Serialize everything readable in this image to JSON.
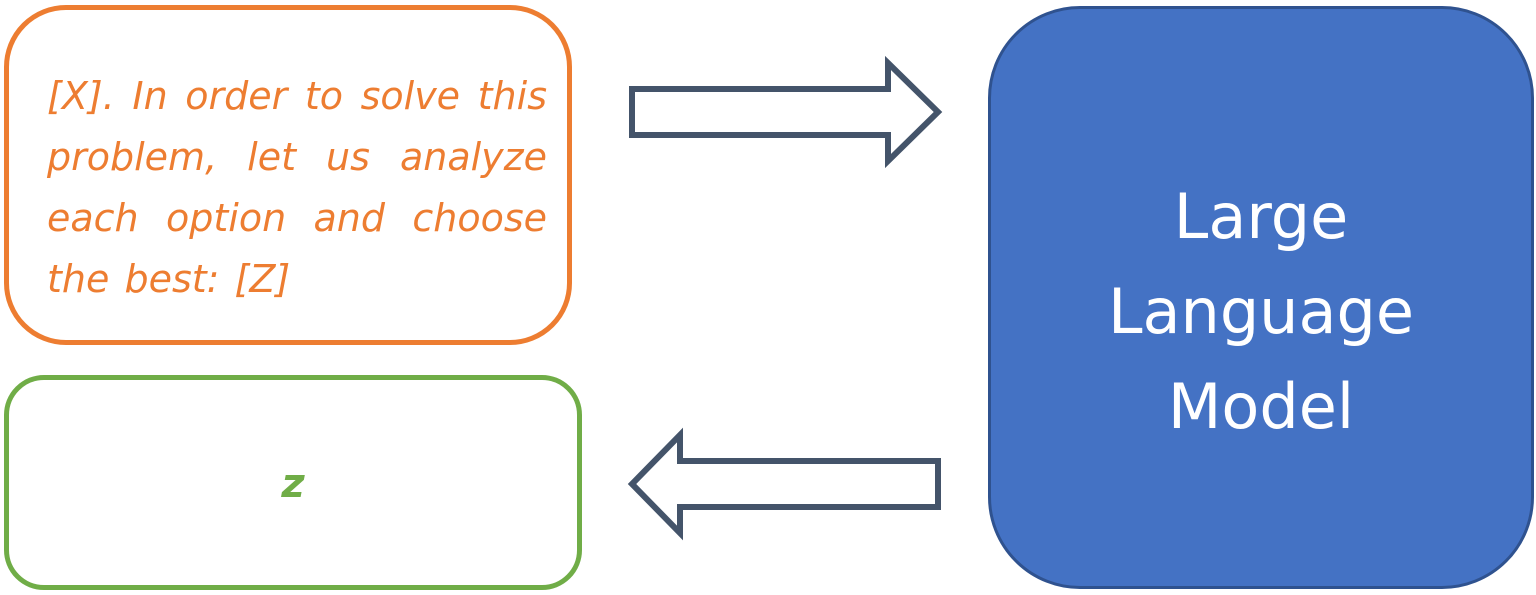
{
  "prompt_box": {
    "text": "[X]. In order to solve this problem, let us analyze each option and choose the best: [Z]",
    "color": "#ED7D31"
  },
  "output_box": {
    "text": "z",
    "color": "#70AD47"
  },
  "model_box": {
    "lines": [
      "Large",
      "Language",
      "Model"
    ],
    "fill": "#4472C4",
    "text_color": "#FFFFFF"
  },
  "arrows": [
    {
      "from": "prompt_box",
      "to": "model_box",
      "direction": "right"
    },
    {
      "from": "model_box",
      "to": "output_box",
      "direction": "left"
    }
  ],
  "arrow_color": "#44546A"
}
